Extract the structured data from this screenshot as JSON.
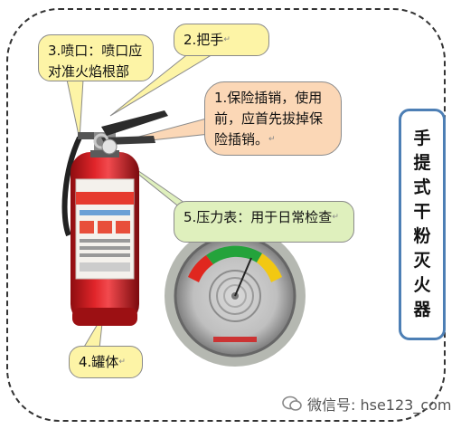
{
  "callouts": {
    "nozzle": "3.喷口：喷口应对准火焰根部",
    "handle": "2.把手",
    "pin": "1.保险插销，使用前，应首先拔掉保险插销。",
    "gauge": "5.压力表：用于日常检查",
    "body": "4.罐体"
  },
  "para_mark": "↵",
  "sidebar_chars": [
    "手",
    "提",
    "式",
    "干",
    "粉",
    "灭",
    "火",
    "器"
  ],
  "watermark": "微信号: hse123_com",
  "colors": {
    "yellow": "#fdf4a6",
    "orange": "#fbd7b6",
    "green": "#dff0bd",
    "frame_blue": "#4d7fb5",
    "extinguisher_red": "#d8161b"
  }
}
